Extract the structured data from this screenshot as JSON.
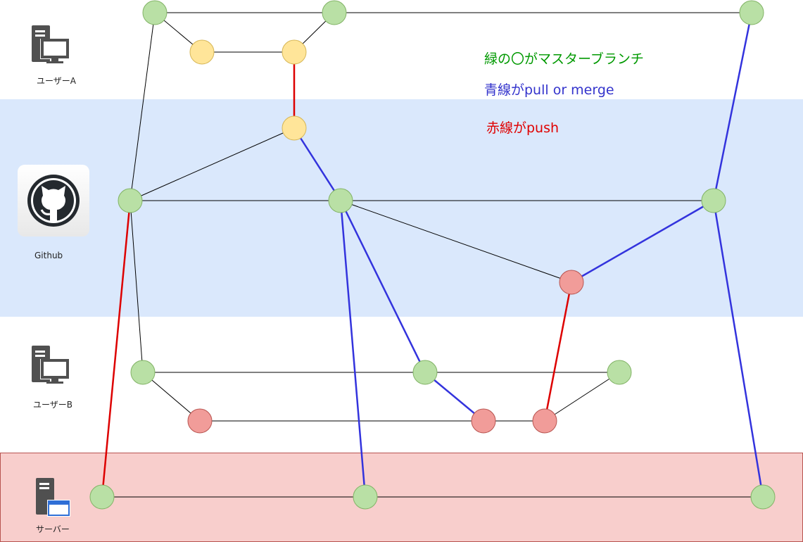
{
  "lanes": {
    "user_a": "ユーザーA",
    "github": "Github",
    "user_b": "ユーザーB",
    "server": "サーバー"
  },
  "legend": {
    "green": "緑の〇がマスターブランチ",
    "blue": "青線がpull or merge",
    "red": "赤線がpush"
  },
  "colors": {
    "github_lane": "#dae8fc",
    "server_lane": "#f8cecc",
    "master_node": "#b9e0a5",
    "local_commit_node": "#ffe599",
    "push_node": "#f19c99",
    "push_edge": "#dd0000",
    "pull_edge": "#3333dd",
    "plain_edge": "#000000",
    "legend_green": "#009900",
    "legend_blue": "#3333cc",
    "legend_red": "#e00000"
  },
  "nodes": [
    {
      "id": "a1",
      "kind": "master"
    },
    {
      "id": "a2",
      "kind": "master"
    },
    {
      "id": "a3",
      "kind": "master"
    },
    {
      "id": "ay1",
      "kind": "local"
    },
    {
      "id": "ay2",
      "kind": "local"
    },
    {
      "id": "gy1",
      "kind": "local"
    },
    {
      "id": "g1",
      "kind": "master"
    },
    {
      "id": "g2",
      "kind": "master"
    },
    {
      "id": "g3",
      "kind": "master"
    },
    {
      "id": "gr1",
      "kind": "push"
    },
    {
      "id": "b1",
      "kind": "master"
    },
    {
      "id": "b2",
      "kind": "master"
    },
    {
      "id": "b3",
      "kind": "master"
    },
    {
      "id": "br1",
      "kind": "push"
    },
    {
      "id": "br2",
      "kind": "push"
    },
    {
      "id": "br3",
      "kind": "push"
    },
    {
      "id": "s1",
      "kind": "master"
    },
    {
      "id": "s2",
      "kind": "master"
    },
    {
      "id": "s3",
      "kind": "master"
    }
  ],
  "edges": [
    {
      "from": "a1",
      "to": "a2",
      "type": "plain"
    },
    {
      "from": "a2",
      "to": "a3",
      "type": "plain"
    },
    {
      "from": "a1",
      "to": "ay1",
      "type": "plain"
    },
    {
      "from": "ay1",
      "to": "ay2",
      "type": "plain"
    },
    {
      "from": "ay2",
      "to": "a2",
      "type": "plain"
    },
    {
      "from": "a1",
      "to": "g1",
      "type": "plain"
    },
    {
      "from": "ay2",
      "to": "gy1",
      "type": "push"
    },
    {
      "from": "gy1",
      "to": "g1",
      "type": "plain"
    },
    {
      "from": "gy1",
      "to": "g2",
      "type": "pull"
    },
    {
      "from": "g1",
      "to": "g2",
      "type": "plain"
    },
    {
      "from": "g2",
      "to": "g3",
      "type": "plain"
    },
    {
      "from": "g2",
      "to": "gr1",
      "type": "plain"
    },
    {
      "from": "gr1",
      "to": "g3",
      "type": "pull"
    },
    {
      "from": "a3",
      "to": "g3",
      "type": "pull"
    },
    {
      "from": "g1",
      "to": "b1",
      "type": "plain"
    },
    {
      "from": "g1",
      "to": "s1",
      "type": "push"
    },
    {
      "from": "g2",
      "to": "b2",
      "type": "pull"
    },
    {
      "from": "g2",
      "to": "s2",
      "type": "pull"
    },
    {
      "from": "g3",
      "to": "s3",
      "type": "pull"
    },
    {
      "from": "b1",
      "to": "b2",
      "type": "plain"
    },
    {
      "from": "b2",
      "to": "b3",
      "type": "plain"
    },
    {
      "from": "b1",
      "to": "br1",
      "type": "plain"
    },
    {
      "from": "br1",
      "to": "br2",
      "type": "plain"
    },
    {
      "from": "br2",
      "to": "br3",
      "type": "plain"
    },
    {
      "from": "b2",
      "to": "br2",
      "type": "pull"
    },
    {
      "from": "br3",
      "to": "b3",
      "type": "plain"
    },
    {
      "from": "br3",
      "to": "gr1",
      "type": "push"
    },
    {
      "from": "s1",
      "to": "s2",
      "type": "plain"
    },
    {
      "from": "s2",
      "to": "s3",
      "type": "plain"
    }
  ]
}
